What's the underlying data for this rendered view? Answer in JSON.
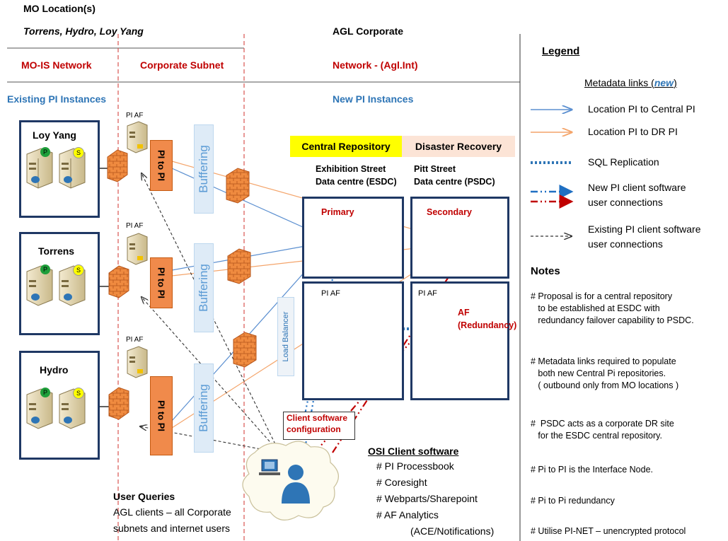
{
  "header": {
    "mo_location": "MO Location(s)",
    "mo_sites": "Torrens, Hydro, Loy Yang",
    "agl_corporate": "AGL Corporate",
    "moi_network": "MO-IS Network",
    "corporate_subnet": "Corporate Subnet",
    "network": "Network -  (Agl.Int)",
    "existing_instances": "Existing  PI  Instances",
    "new_instances": "New PI Instances"
  },
  "sites": [
    {
      "name": "Loy Yang"
    },
    {
      "name": "Torrens"
    },
    {
      "name": "Hydro"
    }
  ],
  "server_badges": {
    "primary": "P",
    "secondary": "S"
  },
  "pi_af_label": "PI AF",
  "pi_to_pi_label": "PI to PI",
  "buffering_label": "Buffering",
  "load_balancer_label": "Load Balancer",
  "central_repository": {
    "title": "Central Repository",
    "site": "Exhibition Street",
    "dc": "Data centre (ESDC)",
    "primary": "Primary",
    "pi_af": "PI AF"
  },
  "disaster_recovery": {
    "title": "Disaster Recovery",
    "site": "Pitt Street",
    "dc": " Data centre (PSDC)",
    "secondary": "Secondary",
    "pi_af": "PI AF",
    "af_line1": "AF",
    "af_line2": "(Redundancy)"
  },
  "client_config": {
    "line1": "Client software",
    "line2": "configuration"
  },
  "user_queries": {
    "title": "User Queries",
    "line1": "AGL clients – all Corporate",
    "line2": "subnets and internet users"
  },
  "osi_client": {
    "title": "OSI Client software",
    "items": [
      "#  PI Processbook",
      "#  Coresight",
      "#  Webparts/Sharepoint",
      "#  AF Analytics"
    ],
    "sub": "(ACE/Notifications)"
  },
  "legend": {
    "title": "Legend",
    "metadata_prefix": "Metadata links (",
    "metadata_new": "new",
    "metadata_suffix": ")",
    "items": [
      {
        "label": "Location PI to  Central PI"
      },
      {
        "label": "Location PI to  DR PI"
      },
      {
        "label": "SQL Replication"
      },
      {
        "label": "New PI client software",
        "label2": "user connections"
      },
      {
        "label": "Existing PI client software",
        "label2": "user connections"
      }
    ]
  },
  "notes": {
    "title": "Notes",
    "items": [
      {
        "l1": "# Proposal is for a central repository",
        "l2": "   to be established at ESDC with",
        "l3": "   redundancy failover capability to PSDC."
      },
      {
        "l1": "# Metadata links required to populate",
        "l2": "   both new Central Pi repositories.",
        "l3": "   ( outbound only from MO locations )"
      },
      {
        "l1": "#  PSDC acts as a corporate DR site",
        "l2": "   for the ESDC central repository."
      },
      {
        "l1": "# Pi to PI is the Interface Node."
      },
      {
        "l1": "# Pi to Pi redundancy"
      },
      {
        "l1": "# Utilise PI-NET – unencrypted protocol"
      }
    ]
  },
  "colors": {
    "blue_link": "#5b8fd0",
    "orange_link": "#f4a46a",
    "box_border": "#1f3864",
    "header_red": "#c00000",
    "header_blue": "#2e75b6",
    "central_bg": "#ffff00",
    "dr_bg": "#fce4d6"
  }
}
